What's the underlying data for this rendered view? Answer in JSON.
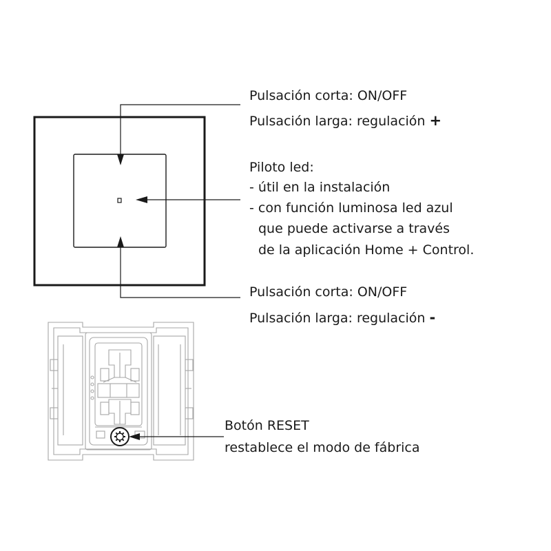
{
  "top_callout": {
    "line1": "Pulsación corta: ON/OFF",
    "line2": "Pulsación larga: regulación",
    "sign": "+"
  },
  "led_callout": {
    "title": "Piloto led:",
    "line1": "- útil en la instalación",
    "line2": "- con función luminosa led azul",
    "line3": "que puede activarse a través",
    "line4": "de la aplicación Home + Control."
  },
  "bottom_callout": {
    "line1": "Pulsación corta: ON/OFF",
    "line2": "Pulsación larga: regulación",
    "sign": "-"
  },
  "reset_callout": {
    "line1": "Botón RESET",
    "line2": "restablece el modo de fábrica"
  },
  "colors": {
    "line": "#1a1a1a",
    "mechanism": "#a6a6a6"
  }
}
